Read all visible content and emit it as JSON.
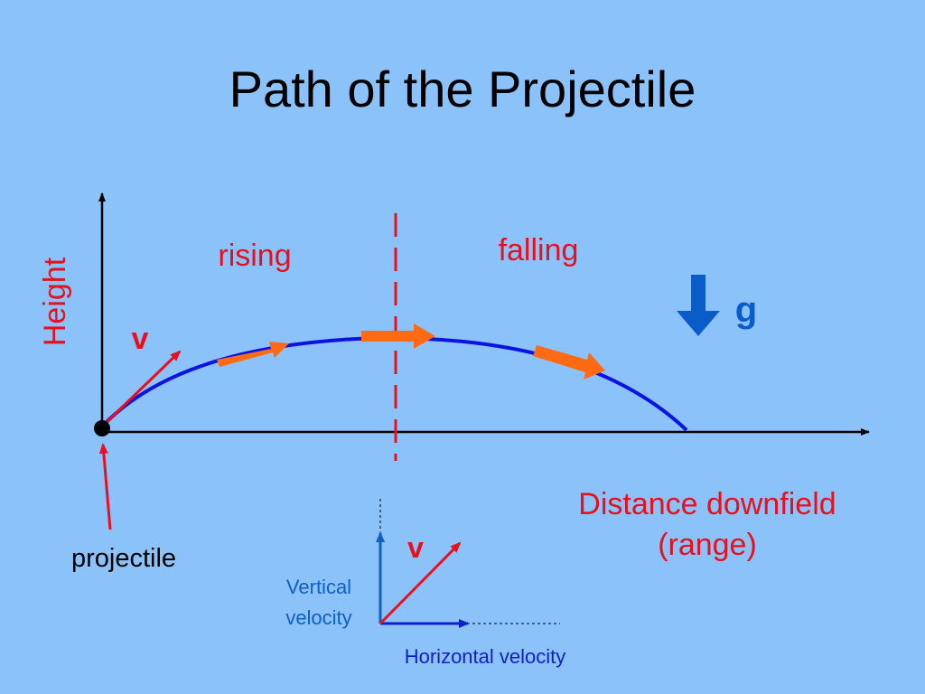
{
  "slide": {
    "title": "Path of the Projectile"
  },
  "diagram": {
    "y_axis_label": "Height",
    "x_axis_label_line1": "Distance downfield",
    "x_axis_label_line2": "(range)",
    "rising_label": "rising",
    "falling_label": "falling",
    "velocity_label": "v",
    "gravity_label": "g",
    "projectile_label": "projectile"
  },
  "inset": {
    "velocity_label": "v",
    "vertical_label_line1": "Vertical",
    "vertical_label_line2": "velocity",
    "horizontal_label": "Horizontal velocity"
  },
  "colors": {
    "background": "#8cc2fa",
    "red": "#e8101c",
    "orange": "#ff6a13",
    "trajectory_blue": "#0a14e0",
    "gravity_blue": "#0a5cc8",
    "inset_blue": "#0f5fc4",
    "axis": "#000000"
  }
}
